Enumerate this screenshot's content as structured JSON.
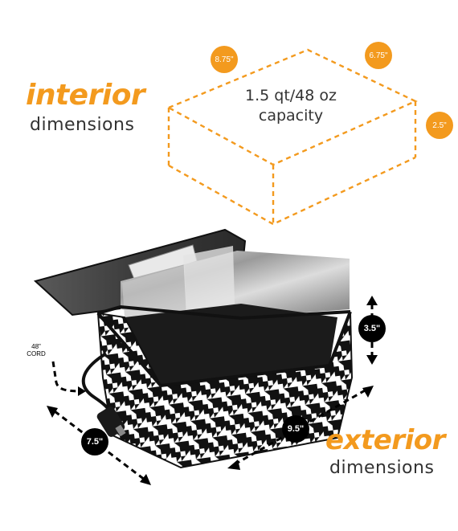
{
  "interior": {
    "accent": "interior",
    "sub": "dimensions"
  },
  "exterior": {
    "accent": "exterior",
    "sub": "dimensions"
  },
  "box": {
    "capacity_line1": "1.5 qt/48 oz",
    "capacity_line2": "capacity",
    "length": "8.75\"",
    "width": "6.75\"",
    "height": "2.5\""
  },
  "bag": {
    "height": "3.5\"",
    "length": "9.5\"",
    "width": "7.5\"",
    "cord_line1": "48\"",
    "cord_line2": "CORD"
  },
  "colors": {
    "accent": "#f39a1e",
    "text": "#333333",
    "dimension": "#000000"
  }
}
